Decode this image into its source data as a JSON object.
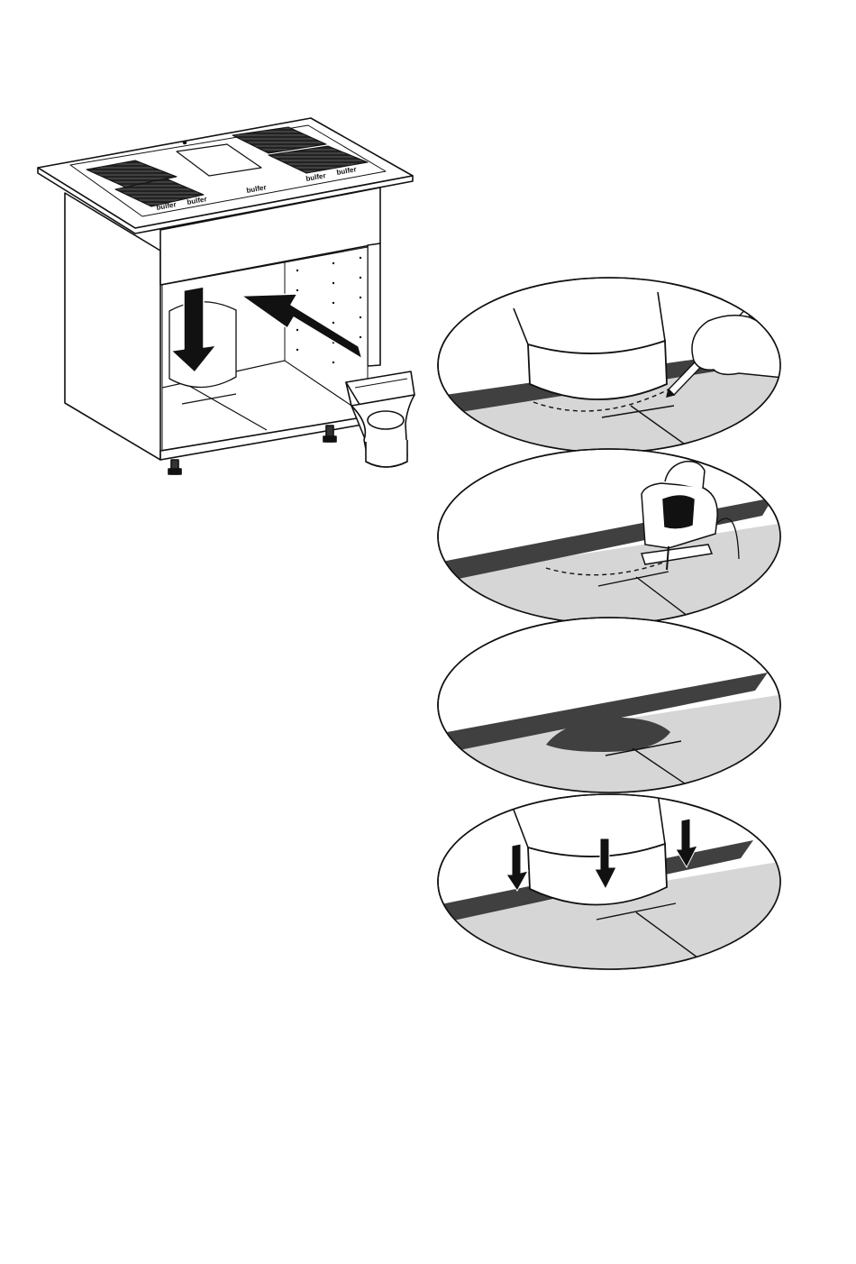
{
  "hob": {
    "brand_marks": [
      "bulfer",
      "bulfer",
      "bulfer",
      "bulfer",
      "bulfer"
    ],
    "brand_marks_note_hidden": ""
  },
  "colors": {
    "line": "#111111",
    "worktop_edge": "#404040",
    "worktop_surface": "#d6d6d6",
    "background": "#ffffff"
  },
  "steps": [
    {
      "name": "mark-outline",
      "tool": "pencil-icon"
    },
    {
      "name": "cut-outline",
      "tool": "jigsaw-icon"
    },
    {
      "name": "cutout-done",
      "tool": ""
    },
    {
      "name": "insert-duct",
      "tool": "down-arrow-icon"
    }
  ]
}
